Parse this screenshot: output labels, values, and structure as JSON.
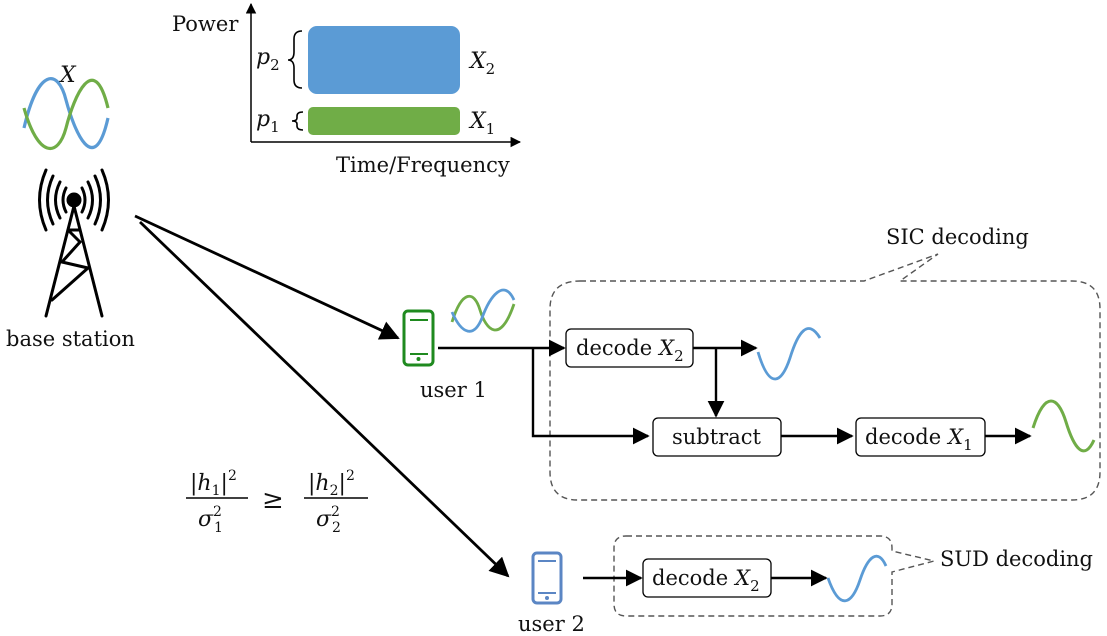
{
  "axis": {
    "y_label": "Power",
    "x_label": "Time/Frequency"
  },
  "power_levels": [
    {
      "symbol": "p",
      "index": "2",
      "signal": "X",
      "signal_index": "2",
      "color": "#5b9bd5"
    },
    {
      "symbol": "p",
      "index": "1",
      "signal": "X",
      "signal_index": "1",
      "color": "#70ad47"
    }
  ],
  "transmitter": {
    "signal_symbol": "X",
    "label": "base station"
  },
  "users": [
    {
      "label": "user 1",
      "color": "#1f8a1f"
    },
    {
      "label": "user 2",
      "color": "#5b86c4"
    }
  ],
  "sic": {
    "title": "SIC decoding",
    "decode_first": {
      "text": "decode",
      "symbol": "X",
      "index": "2"
    },
    "subtract": "subtract",
    "decode_second": {
      "text": "decode",
      "symbol": "X",
      "index": "1"
    }
  },
  "sud": {
    "title": "SUD decoding",
    "decode": {
      "text": "decode",
      "symbol": "X",
      "index": "2"
    }
  },
  "condition": {
    "lhs_num_var": "h",
    "lhs_num_idx": "1",
    "lhs_num_pow": "2",
    "lhs_den_var": "σ",
    "lhs_den_idx": "1",
    "lhs_den_pow": "2",
    "relation": "≥",
    "rhs_num_var": "h",
    "rhs_num_idx": "2",
    "rhs_num_pow": "2",
    "rhs_den_var": "σ",
    "rhs_den_idx": "2",
    "rhs_den_pow": "2"
  },
  "colors": {
    "blue": "#5b9bd5",
    "green": "#70ad47",
    "phone_green": "#1f8a1f",
    "phone_blue": "#5b86c4"
  }
}
